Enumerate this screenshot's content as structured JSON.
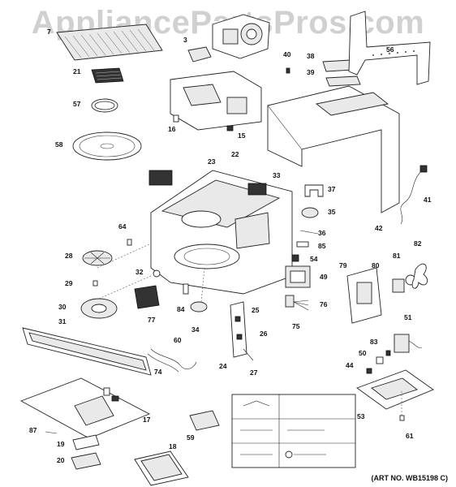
{
  "watermark": "AppliancePartsPros.com",
  "art_number": "(ART NO. WB15198 C)",
  "callouts": [
    "7",
    "3",
    "21",
    "57",
    "58",
    "16",
    "15",
    "40",
    "38",
    "39",
    "56",
    "22",
    "23",
    "33",
    "37",
    "35",
    "36",
    "85",
    "54",
    "49",
    "41",
    "42",
    "64",
    "28",
    "32",
    "29",
    "30",
    "31",
    "77",
    "84",
    "34",
    "25",
    "76",
    "75",
    "79",
    "80",
    "81",
    "82",
    "60",
    "74",
    "26",
    "24",
    "27",
    "83",
    "50",
    "44",
    "51",
    "53",
    "61",
    "17",
    "87",
    "19",
    "20",
    "18",
    "59"
  ]
}
